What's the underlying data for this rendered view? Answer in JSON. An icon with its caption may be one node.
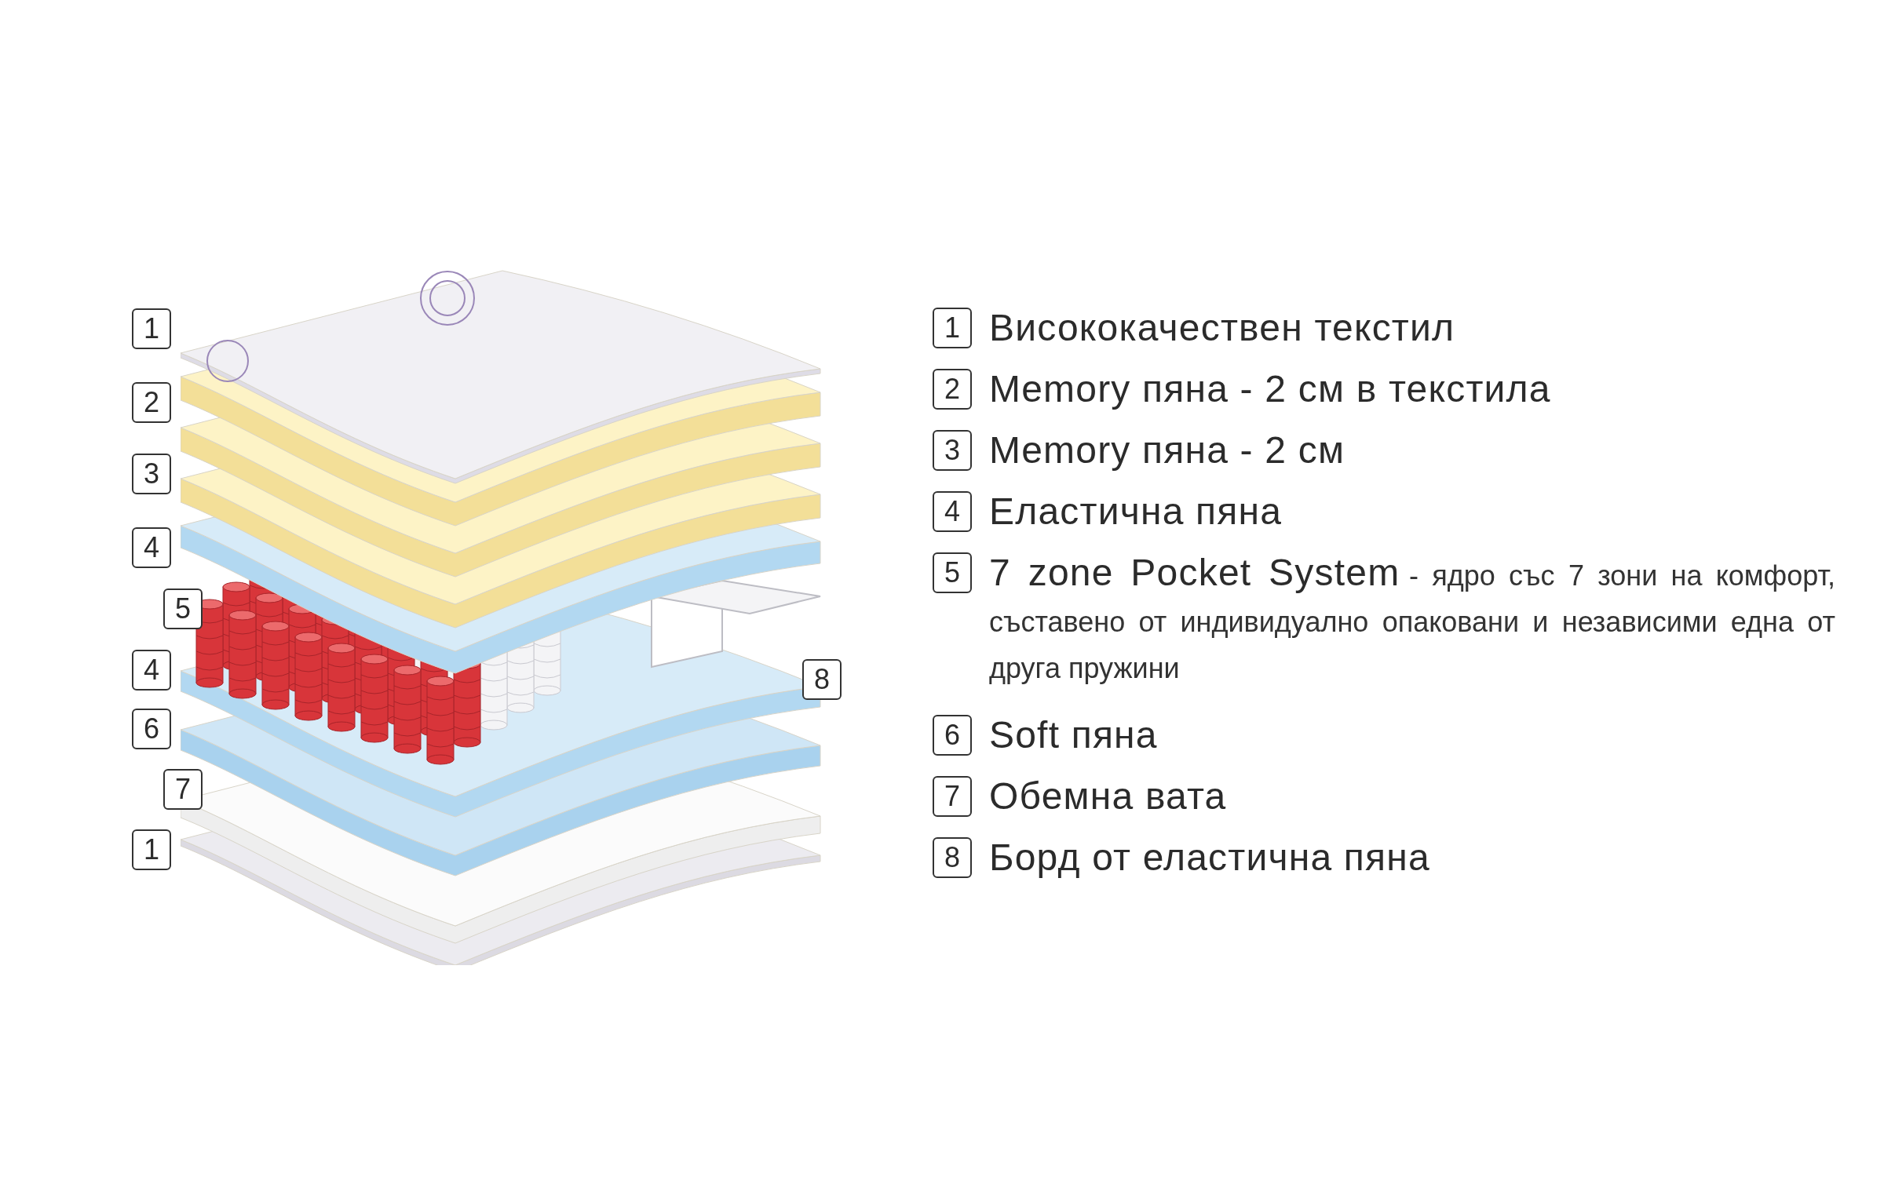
{
  "diagram": {
    "labels": [
      "1",
      "2",
      "3",
      "4",
      "5",
      "4",
      "8",
      "6",
      "7",
      "1",
      "1",
      "Висококачествен текстил",
      "2",
      "Memory пяна - 2 см в текстила",
      "3",
      "Memory пяна - 2 см",
      "4",
      "Еластична пяна",
      "5",
      "7 zone Pocket System",
      "- ядро със 7 зони на комфорт, съставено от индивидуално опаковани и независими една от друга пружини",
      "6",
      "Soft пяна",
      "7",
      "Обемна вата",
      "8",
      "Борд от еластична пяна"
    ]
  }
}
